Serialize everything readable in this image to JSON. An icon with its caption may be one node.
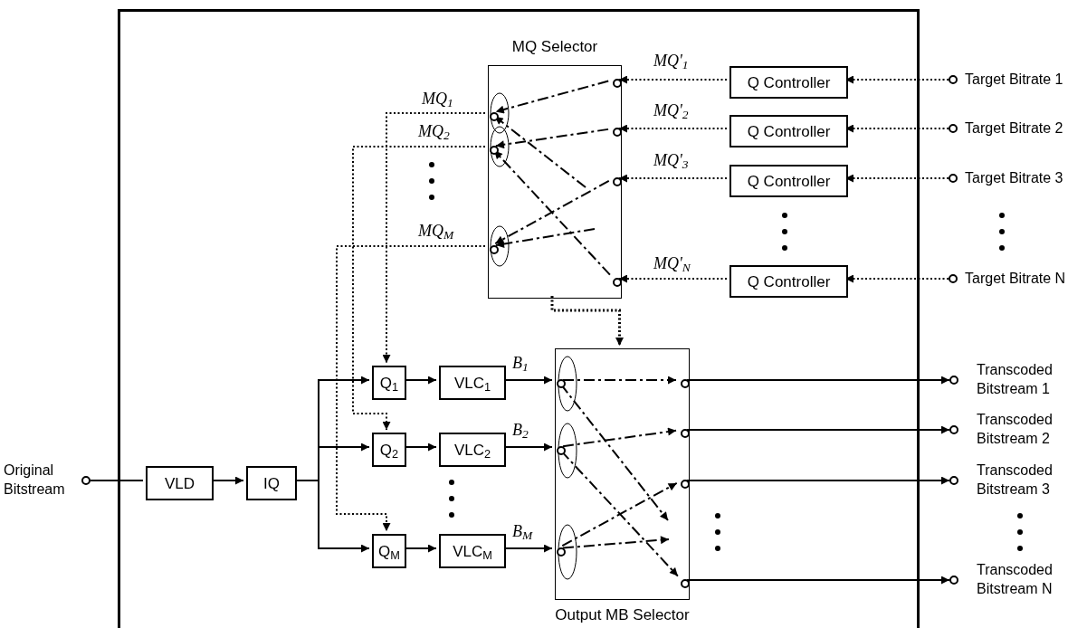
{
  "diagram": {
    "nodes": [
      {
        "text": [],
        "shape": "box"
      },
      {
        "text": [
          "MQ Selector"
        ],
        "in": 0
      },
      {
        "text": [
          "Output MB Selector"
        ],
        "in": 0
      },
      {
        "text": [],
        "shape": "circle",
        "in": 1
      },
      {
        "text": [],
        "shape": "circle",
        "in": 1
      },
      {
        "text": [],
        "shape": "circle",
        "in": 1
      },
      {
        "text": [],
        "shape": "circle",
        "in": 1
      },
      {
        "text": [],
        "shape": "circle",
        "in": 1
      },
      {
        "text": [],
        "shape": "circle",
        "in": 1
      },
      {
        "text": [],
        "shape": "circle",
        "in": 1
      },
      {
        "text": [
          "Q Controller"
        ],
        "in": 0
      },
      {
        "text": [
          "Q Controller"
        ],
        "in": 0
      },
      {
        "text": [
          "Q Controller"
        ],
        "in": 0
      },
      {
        "text": [
          "Q Controller"
        ],
        "in": 0
      },
      {
        "text": [
          "Target Bitrate 1"
        ]
      },
      {
        "text": [
          "Target Bitrate 2"
        ]
      },
      {
        "text": [
          "Target Bitrate 3"
        ]
      },
      {
        "text": [
          "Target Bitrate N"
        ]
      },
      {
        "text": [
          "Original Bitstream"
        ]
      },
      {
        "text": [
          "VLD"
        ],
        "in": 0
      },
      {
        "text": [
          "IQ"
        ],
        "in": 0
      },
      {
        "text": [
          "Q$_{1}$"
        ],
        "in": 0
      },
      {
        "text": [
          "VLC$_{1}$"
        ],
        "in": 0
      },
      {
        "text": [
          "Q$_{2}$"
        ],
        "in": 0
      },
      {
        "text": [
          "VLC$_{2}$"
        ],
        "in": 0
      },
      {
        "text": [
          "Q$_{M}$"
        ],
        "in": 0
      },
      {
        "text": [
          "VLC$_{M}$"
        ],
        "in": 0
      },
      {
        "text": [],
        "shape": "circle",
        "in": 2
      },
      {
        "text": [],
        "shape": "circle",
        "in": 2
      },
      {
        "text": [],
        "shape": "circle",
        "in": 2
      },
      {
        "text": [],
        "shape": "circle",
        "in": 2
      },
      {
        "text": [],
        "shape": "circle",
        "in": 2
      },
      {
        "text": [],
        "shape": "circle",
        "in": 2
      },
      {
        "text": [],
        "shape": "circle",
        "in": 2
      },
      {
        "text": [
          "Transcoded Bitstream 1"
        ]
      },
      {
        "text": [
          "Transcoded Bitstream 2"
        ]
      },
      {
        "text": [
          "Transcoded Bitstream 3"
        ]
      },
      {
        "text": [
          "Transcoded Bitstream N"
        ]
      }
    ],
    "edges": [
      {
        "from": 14,
        "to": 10,
        "arrow": "to",
        "style": "dashed"
      },
      {
        "from": 15,
        "to": 11,
        "arrow": "to",
        "style": "dashed"
      },
      {
        "from": 16,
        "to": 12,
        "arrow": "to",
        "style": "dashed"
      },
      {
        "from": 17,
        "to": 13,
        "arrow": "to",
        "style": "dashed"
      },
      {
        "from": 10,
        "to": 6,
        "arrow": "to",
        "style": "dashed",
        "label": "MQ'$_{1}$"
      },
      {
        "from": 11,
        "to": 7,
        "arrow": "to",
        "style": "dashed",
        "label": "MQ'$_{2}$"
      },
      {
        "from": 12,
        "to": 8,
        "arrow": "to",
        "style": "dashed",
        "label": "MQ'$_{3}$"
      },
      {
        "from": 13,
        "to": 9,
        "arrow": "to",
        "style": "dashed",
        "label": "MQ'$_{N}$"
      },
      {
        "from": 6,
        "to": 3,
        "arrow": "to",
        "style": "dashed"
      },
      {
        "from": null,
        "to": 3,
        "arrow": "to",
        "style": "dashed"
      },
      {
        "from": 7,
        "to": 4,
        "arrow": "to",
        "style": "dashed"
      },
      {
        "from": 9,
        "to": 4,
        "arrow": "to",
        "style": "dashed"
      },
      {
        "from": 8,
        "to": 5,
        "arrow": "to",
        "style": "dashed"
      },
      {
        "from": null,
        "to": 5,
        "arrow": "to",
        "style": "dashed"
      },
      {
        "from": 3,
        "to": 21,
        "arrow": "to",
        "style": "dashed",
        "label": "MQ$_{1}$"
      },
      {
        "from": 4,
        "to": 23,
        "arrow": "to",
        "style": "dashed",
        "label": "MQ$_{2}$"
      },
      {
        "from": 5,
        "to": 25,
        "arrow": "to",
        "style": "dashed",
        "label": "MQ$_{M}$"
      },
      {
        "from": 1,
        "to": 2,
        "arrow": "to",
        "style": "dashed"
      },
      {
        "from": 18,
        "to": 19,
        "arrow": "none"
      },
      {
        "from": 19,
        "to": 20,
        "arrow": "to"
      },
      {
        "from": 20,
        "to": 21,
        "arrow": "to"
      },
      {
        "from": 20,
        "to": 23,
        "arrow": "to"
      },
      {
        "from": 20,
        "to": 25,
        "arrow": "to"
      },
      {
        "from": 21,
        "to": 22,
        "arrow": "to"
      },
      {
        "from": 23,
        "to": 24,
        "arrow": "to"
      },
      {
        "from": 25,
        "to": 26,
        "arrow": "to"
      },
      {
        "from": 22,
        "to": 27,
        "arrow": "to",
        "label": "B$_{1}$"
      },
      {
        "from": 24,
        "to": 28,
        "arrow": "to",
        "label": "B$_{2}$"
      },
      {
        "from": 26,
        "to": 29,
        "arrow": "to",
        "label": "B$_{M}$"
      },
      {
        "from": 27,
        "to": 30,
        "arrow": "to",
        "style": "dashed"
      },
      {
        "from": 27,
        "to": null,
        "arrow": "to",
        "style": "dashed"
      },
      {
        "from": 28,
        "to": 31,
        "arrow": "to",
        "style": "dashed"
      },
      {
        "from": 28,
        "to": 33,
        "arrow": "to",
        "style": "dashed"
      },
      {
        "from": 29,
        "to": 32,
        "arrow": "to",
        "style": "dashed"
      },
      {
        "from": 29,
        "to": null,
        "arrow": "to",
        "style": "dashed"
      },
      {
        "from": 30,
        "to": 34,
        "arrow": "to"
      },
      {
        "from": 31,
        "to": 35,
        "arrow": "to"
      },
      {
        "from": 32,
        "to": 36,
        "arrow": "to"
      },
      {
        "from": 33,
        "to": 37,
        "arrow": "to"
      }
    ]
  }
}
